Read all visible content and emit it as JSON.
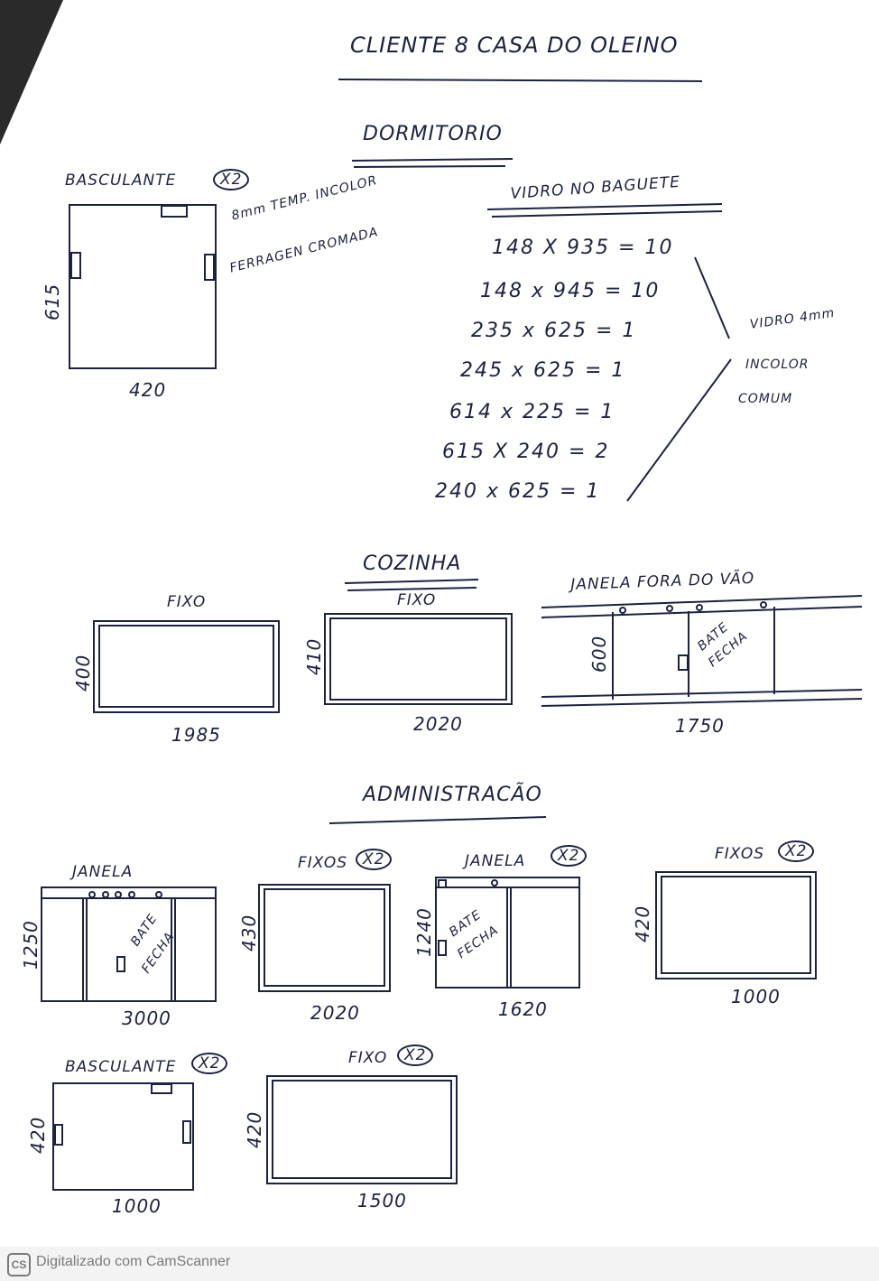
{
  "title": "CLIENTE 8 CASA DO OLEINO",
  "dormitorio": {
    "heading": "DORMITORIO",
    "basculante": {
      "label": "BASCULANTE",
      "qty": "X2",
      "height": "615",
      "width": "420"
    },
    "notes": [
      "8mm TEMP. INCOLOR",
      "FERRAGEN CROMADA"
    ],
    "vidro_no_baguete": {
      "heading": "VIDRO NO BAGUETE",
      "lines": [
        "148 X 935 = 10",
        "148 x 945 = 10",
        "235 x 625 = 1",
        "245 x 625 = 1",
        "614 x 225 = 1",
        "615 X 240 = 2",
        "240 x 625 = 1"
      ],
      "note": [
        "VIDRO 4mm",
        "INCOLOR",
        "COMUM"
      ]
    }
  },
  "cozinha": {
    "heading": "COZINHA",
    "fixo1": {
      "label": "FIXO",
      "height": "400",
      "width": "1985"
    },
    "fixo2": {
      "label": "FIXO",
      "height": "410",
      "width": "2020"
    },
    "janela": {
      "label": "JANELA FORA DO VÃO",
      "height": "600",
      "width": "1750",
      "note": [
        "BATE",
        "FECHA"
      ]
    }
  },
  "administracao": {
    "heading": "ADMINISTRACÃO",
    "janela1": {
      "label": "JANELA",
      "height": "1250",
      "width": "3000",
      "note": [
        "BATE",
        "FECHA"
      ]
    },
    "fixos1": {
      "label": "FIXOS",
      "qty": "X2",
      "height": "430",
      "width": "2020"
    },
    "janela2": {
      "label": "JANELA",
      "qty": "X2",
      "height": "1240",
      "width": "1620",
      "note": [
        "BATE",
        "FECHA"
      ]
    },
    "fixos2": {
      "label": "FIXOS",
      "qty": "X2",
      "height": "420",
      "width": "1000"
    },
    "basculante": {
      "label": "BASCULANTE",
      "qty": "X2",
      "height": "420",
      "width": "1000"
    },
    "fixo": {
      "label": "FIXO",
      "qty": "X2",
      "height": "420",
      "width": "1500"
    }
  },
  "footer": {
    "logo": "CS",
    "text": "Digitalizado com CamScanner"
  }
}
